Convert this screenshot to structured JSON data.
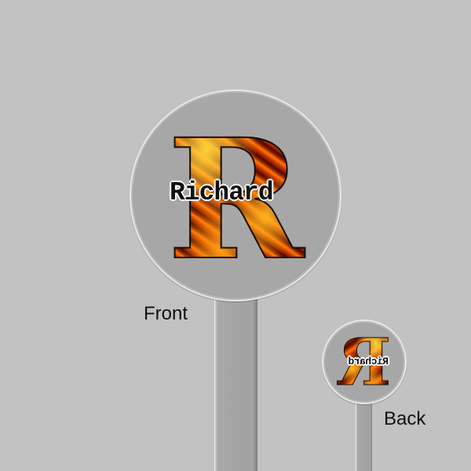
{
  "background_color": "#c2c2c2",
  "front": {
    "label": "Front",
    "monogram_letter": "R",
    "name": "Richard",
    "design_pattern": "fire-flames"
  },
  "back": {
    "label": "Back",
    "monogram_letter": "R",
    "name": "Richard",
    "mirrored": true
  },
  "colors": {
    "acrylic": "#a7a7a7",
    "flame_dark": "#6d1100",
    "flame_mid": "#c93500",
    "flame_bright": "#ffb21e",
    "text": "#111111"
  }
}
